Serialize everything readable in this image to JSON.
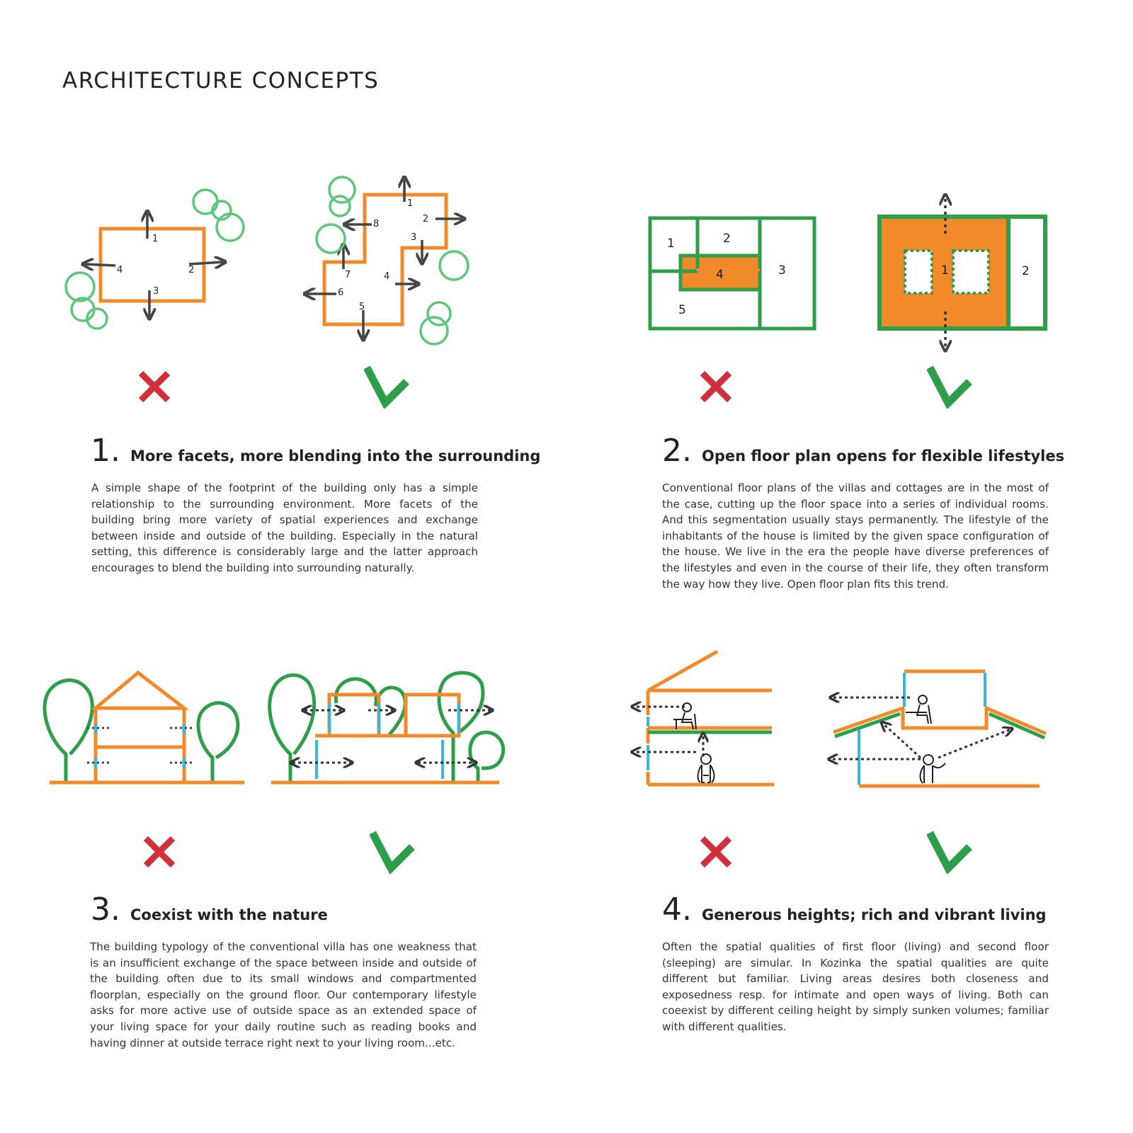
{
  "page_title": "ARCHITECTURE CONCEPTS",
  "colors": {
    "orange": "#f08a2a",
    "green": "#2e9e4a",
    "light_green": "#5cc77a",
    "cyan": "#3ab7dc",
    "red": "#d0303a",
    "arrow": "#444444"
  },
  "sections": [
    {
      "number": "1",
      "heading": "More facets, more blending into the surrounding",
      "body": "A simple shape of the footprint of the building only has a simple relationship to the surrounding environment. More facets of the building bring more variety of spatial experiences and exchange between inside and outside of the building. Especially in the natural setting, this difference is considerably large and the latter approach encourages to blend the building into surrounding naturally.",
      "labels_wrong": [
        "1",
        "2",
        "3",
        "4"
      ],
      "labels_right": [
        "1",
        "2",
        "3",
        "4",
        "5",
        "6",
        "7",
        "8"
      ]
    },
    {
      "number": "2",
      "heading": "Open floor plan opens for flexible lifestyles",
      "body": "Conventional floor plans of the villas and cottages are in the most of the case, cutting up the floor space into a series of individual rooms. And this segmentation usually stays permanently. The lifestyle of the inhabitants of the house is limited by the given space configuration of the house. We live in the era the people have diverse preferences of the lifestyles and even in the course of their life, they often transform the way how they live. Open floor plan fits this trend.",
      "labels_wrong": [
        "1",
        "2",
        "3",
        "4",
        "5"
      ],
      "labels_right": [
        "1",
        "2"
      ]
    },
    {
      "number": "3",
      "heading": "Coexist with the nature",
      "body": "The building typology of the conventional villa has one weakness that is an insufficient exchange of the space between inside and outside of the building often due to its small windows and compartmented floorplan, especially on the ground floor. Our contemporary lifestyle asks for more active use of outside space as an extended space of your living space for your daily routine such as reading books and having dinner at outside terrace right next to your living room...etc."
    },
    {
      "number": "4",
      "heading": "Generous heights; rich and vibrant living",
      "body": "Often the spatial qualities of first floor (living) and second floor (sleeping) are simular. In Kozinka the spatial qualities are quite different but familiar. Living areas desires both closeness and exposedness resp. for intimate and open ways of living. Both can coeexist by different ceiling height by simply sunken volumes; familiar with different qualities."
    }
  ],
  "marks": {
    "wrong_icon": "cross-mark-icon",
    "right_icon": "check-mark-icon"
  }
}
